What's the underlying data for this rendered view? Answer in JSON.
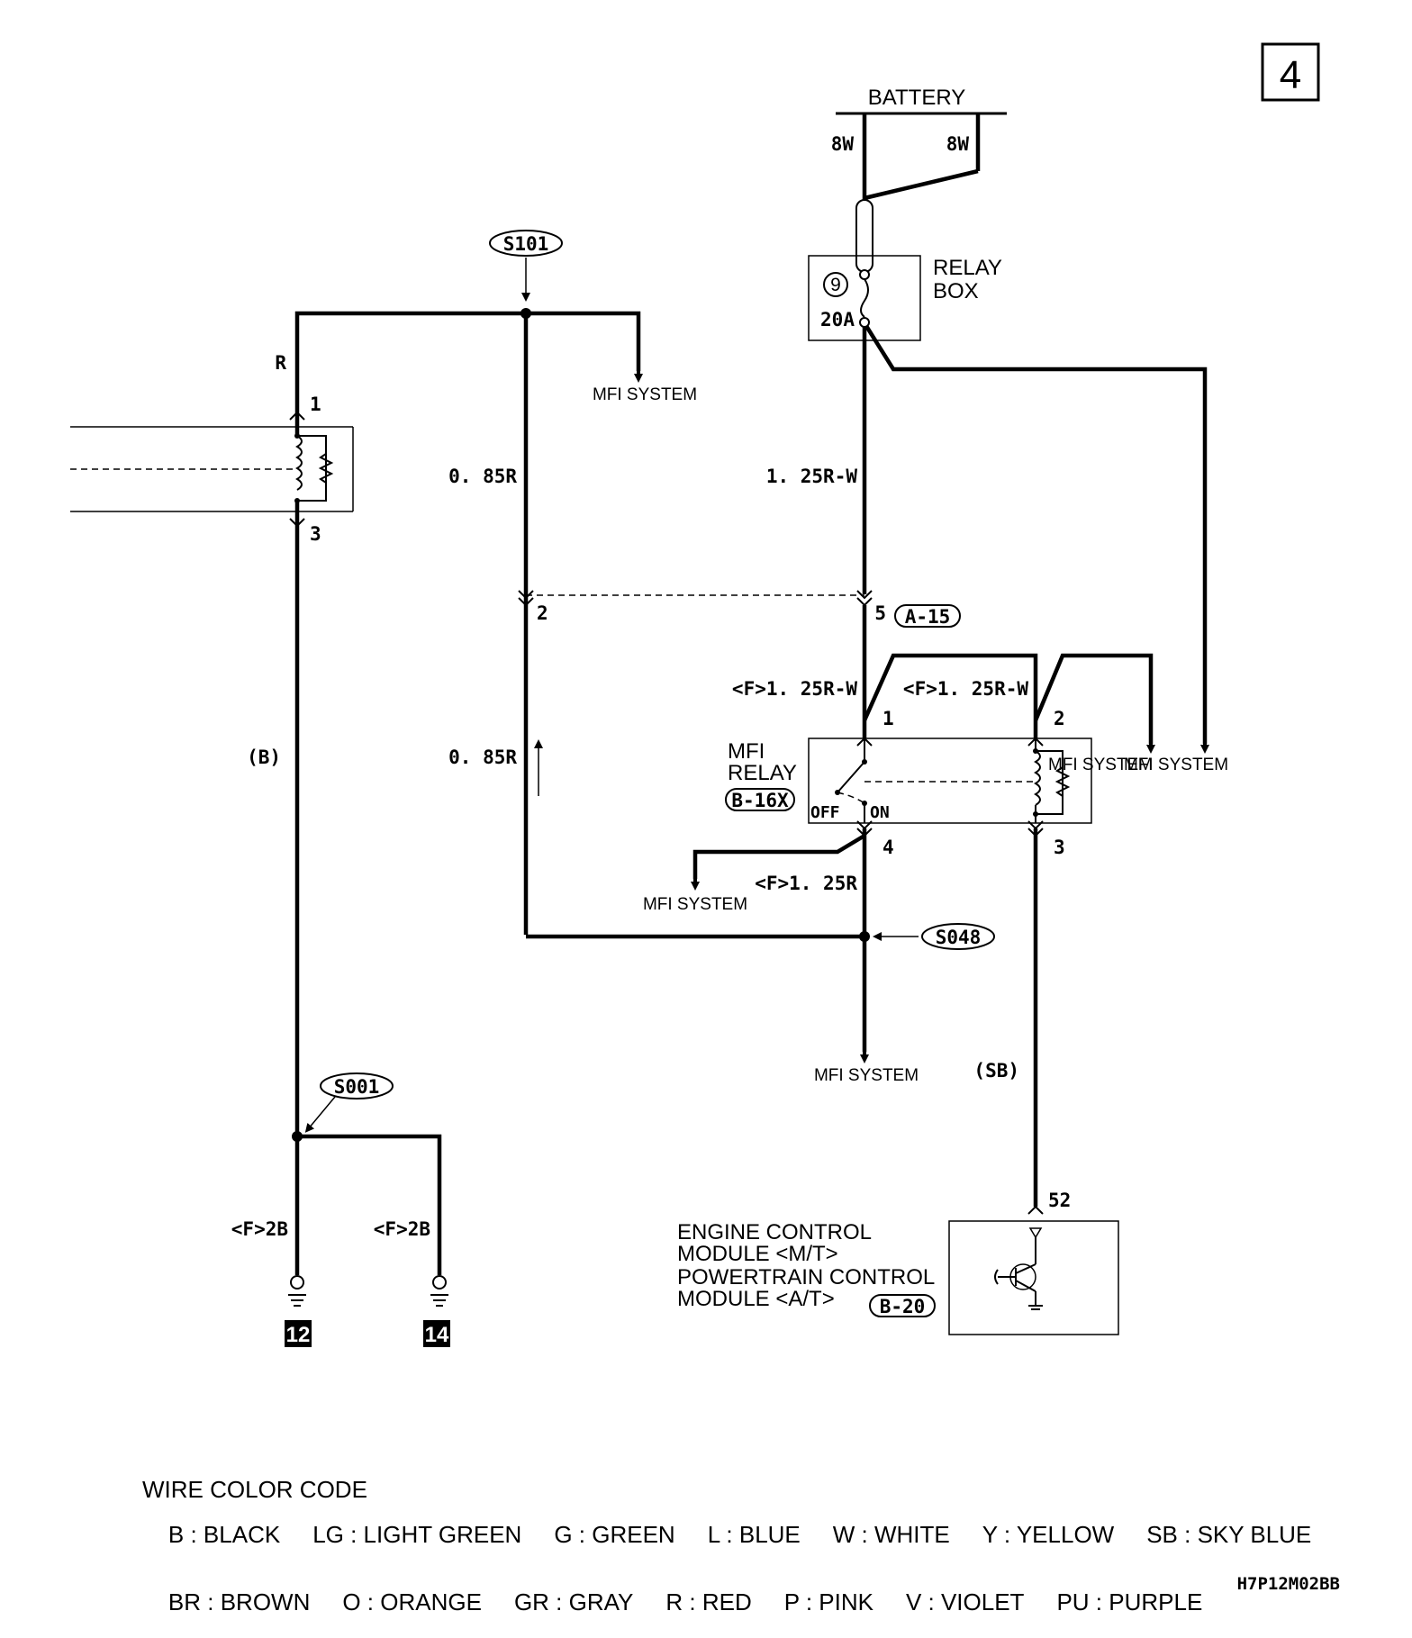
{
  "page_number": "4",
  "battery": {
    "label": "BATTERY",
    "wire_left": "8W",
    "wire_right": "8W"
  },
  "relay_box": {
    "label_line1": "RELAY",
    "label_line2": "BOX",
    "fuse_number": "9",
    "fuse_rating": "20A"
  },
  "splices": {
    "s101": "S101",
    "s048": "S048",
    "s001": "S001"
  },
  "connectors": {
    "a15": "A-15",
    "b16x": "B-16X",
    "b20": "B-20"
  },
  "mfi_system_label": "MFI SYSTEM",
  "mfi_relay": {
    "label_line1": "MFI",
    "label_line2": "RELAY",
    "off": "OFF",
    "on": "ON"
  },
  "wires": {
    "r": "R",
    "b_paren": "(B)",
    "r085_top": "0. 85R",
    "r085_bottom": "0. 85R",
    "rw125": "1. 25R-W",
    "f_rw125_left": "<F>1. 25R-W",
    "f_rw125_right": "<F>1. 25R-W",
    "f_r125": "<F>1. 25R",
    "sb_paren": "(SB)",
    "f_2b_left": "<F>2B",
    "f_2b_right": "<F>2B"
  },
  "pins": {
    "left_1": "1",
    "left_3": "3",
    "conn_2": "2",
    "conn_5": "5",
    "relay_1": "1",
    "relay_2": "2",
    "relay_3": "3",
    "relay_4": "4",
    "ecm_52": "52"
  },
  "grounds": {
    "g12": "12",
    "g14": "14"
  },
  "ecm": {
    "line1": "ENGINE CONTROL",
    "line2": "MODULE <M/T>",
    "line3": "POWERTRAIN CONTROL",
    "line4": "MODULE <A/T>"
  },
  "legend": {
    "title": "WIRE COLOR CODE",
    "row1": [
      "B : BLACK",
      "LG : LIGHT GREEN",
      "G : GREEN",
      "L : BLUE",
      "W : WHITE",
      "Y : YELLOW",
      "SB : SKY BLUE"
    ],
    "row2": [
      "BR : BROWN",
      "O : ORANGE",
      "GR : GRAY",
      "R : RED",
      "P : PINK",
      "V : VIOLET",
      "PU : PURPLE"
    ]
  },
  "diagram_code": "H7P12M02BB"
}
